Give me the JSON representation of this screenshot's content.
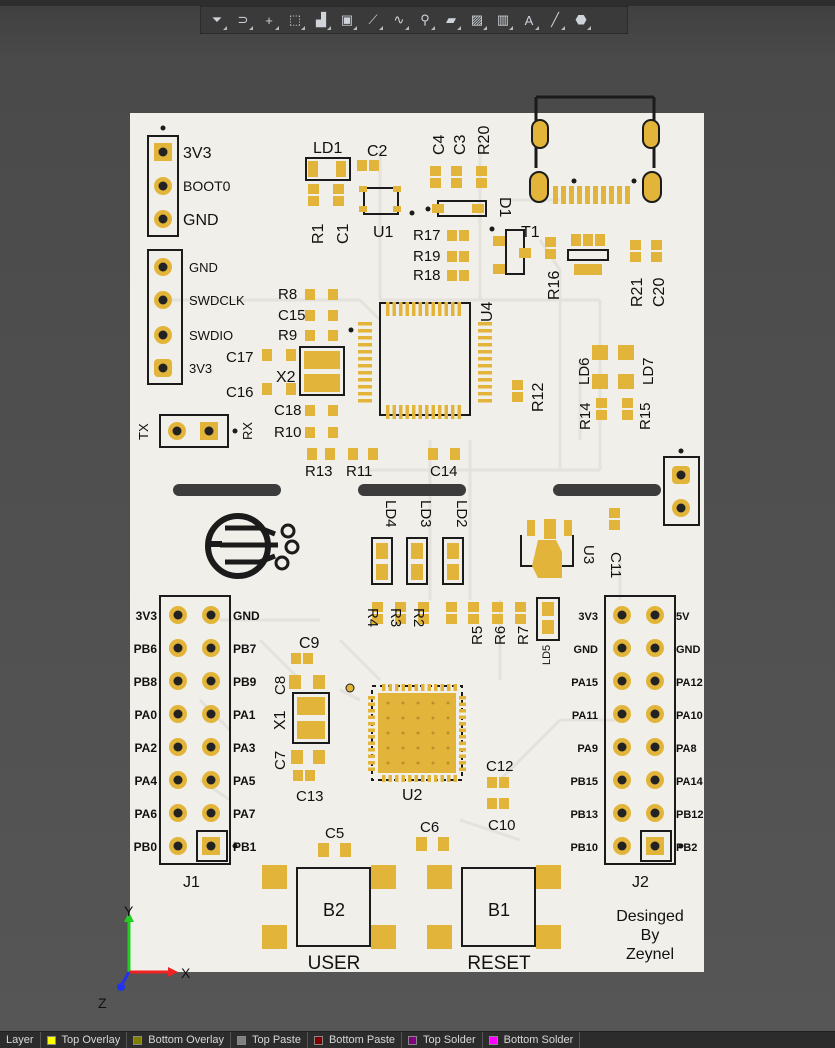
{
  "toolbar": {
    "tools": [
      {
        "icon": "filter-icon",
        "glyph": "⏷"
      },
      {
        "icon": "magnet-icon",
        "glyph": "⊃"
      },
      {
        "icon": "crosshair-icon",
        "glyph": "+"
      },
      {
        "icon": "select-rect-icon",
        "glyph": "⬚"
      },
      {
        "icon": "align-icon",
        "glyph": "▟"
      },
      {
        "icon": "component-icon",
        "glyph": "▣"
      },
      {
        "icon": "route-icon",
        "glyph": "⟋"
      },
      {
        "icon": "interactive-route-icon",
        "glyph": "∿"
      },
      {
        "icon": "via-icon",
        "glyph": "⚲"
      },
      {
        "icon": "polygon-pour-icon",
        "glyph": "▰"
      },
      {
        "icon": "region-icon",
        "glyph": "▨"
      },
      {
        "icon": "chart-icon",
        "glyph": "▥"
      },
      {
        "icon": "text-icon",
        "glyph": "A"
      },
      {
        "icon": "line-icon",
        "glyph": "╱"
      },
      {
        "icon": "shape-icon",
        "glyph": "⬣"
      }
    ]
  },
  "board": {
    "colors": {
      "board": "#f1efe9",
      "pad": "#e2b53a",
      "overlay": "#1b1b1b",
      "trace": "#e4e2db"
    },
    "designators": {
      "ld1": "LD1",
      "c2": "C2",
      "c4": "C4",
      "c3": "C3",
      "r20": "R20",
      "r1": "R1",
      "c1": "C1",
      "u1": "U1",
      "d1": "D1",
      "r17": "R17",
      "r19": "R19",
      "r18": "R18",
      "t1": "T1",
      "r16": "R16",
      "r21": "R21",
      "c20": "C20",
      "r8": "R8",
      "c15": "C15",
      "r9": "R9",
      "c17": "C17",
      "x2": "X2",
      "c16": "C16",
      "c18": "C18",
      "r10": "R10",
      "r13": "R13",
      "r11": "R11",
      "c14": "C14",
      "u4": "U4",
      "r12": "R12",
      "ld6": "LD6",
      "ld7": "LD7",
      "r14": "R14",
      "r15": "R15",
      "ld4": "LD4",
      "ld3": "LD3",
      "ld2": "LD2",
      "u3": "U3",
      "c11": "C11",
      "r4": "R4",
      "r3": "R3",
      "r2": "R2",
      "r5": "R5",
      "r6": "R6",
      "r7": "R7",
      "ld5": "LD5",
      "c9": "C9",
      "c8": "C8",
      "x1": "X1",
      "c7": "C7",
      "c13": "C13",
      "u2": "U2",
      "c12": "C12",
      "c10": "C10",
      "c5": "C5",
      "c6": "C6",
      "j1": "J1",
      "j2": "J2",
      "b2": "B2",
      "b1": "B1"
    },
    "boot_header": [
      "3V3",
      "BOOT0",
      "GND"
    ],
    "swd_header": [
      "GND",
      "SWDCLK",
      "SWDIO",
      "3V3"
    ],
    "uart": {
      "tx": "TX",
      "rx": "RX"
    },
    "j1_left": [
      "3V3",
      "PB6",
      "PB8",
      "PA0",
      "PA2",
      "PA4",
      "PA6",
      "PB0"
    ],
    "j1_right": [
      "GND",
      "PB7",
      "PB9",
      "PA1",
      "PA3",
      "PA5",
      "PA7",
      "PB1"
    ],
    "j2_left": [
      "3V3",
      "GND",
      "PA15",
      "PA11",
      "PA9",
      "PB15",
      "PB13",
      "PB10"
    ],
    "j2_right": [
      "5V",
      "GND",
      "PA12",
      "PA10",
      "PA8",
      "PA14",
      "PB12",
      "PB2"
    ],
    "buttons": {
      "user": "USER",
      "reset": "RESET"
    },
    "credit": [
      "Desinged",
      "By",
      "Zeynel"
    ]
  },
  "axes": {
    "y": "Y",
    "x": "X",
    "z": "Z"
  },
  "layers": [
    {
      "label": "Layer",
      "color": ""
    },
    {
      "label": "Top Overlay",
      "color": "#ffff00"
    },
    {
      "label": "Bottom Overlay",
      "color": "#808000"
    },
    {
      "label": "Top Paste",
      "color": "#808080"
    },
    {
      "label": "Bottom Paste",
      "color": "#800000"
    },
    {
      "label": "Top Solder",
      "color": "#800080"
    },
    {
      "label": "Bottom Solder",
      "color": "#ff00ff"
    }
  ]
}
